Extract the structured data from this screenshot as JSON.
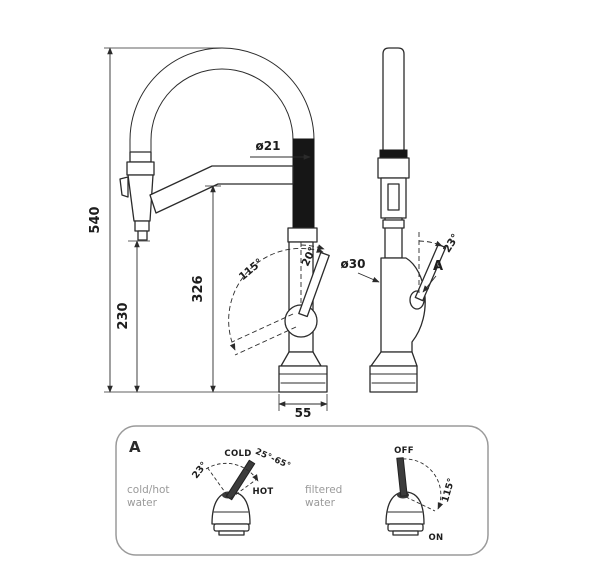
{
  "drawing": {
    "front": {
      "dim_total_height": "540",
      "dim_spray_head_height": "230",
      "dim_spout_height": "326",
      "dim_hose_diameter": "ø21",
      "dim_base_width": "55",
      "angle_swivel": "115°",
      "angle_handle": "20°"
    },
    "side": {
      "dim_body_diameter": "ø30",
      "detail_marker": "A",
      "angle_handle": "23°"
    }
  },
  "detail_panel": {
    "marker": "A",
    "mixer": {
      "angle_open": "23°",
      "label_cold": "COLD",
      "label_temp_range": "25°-65°",
      "label_hot": "HOT",
      "caption_line1": "cold/hot",
      "caption_line2": "water"
    },
    "filtered": {
      "label_off": "OFF",
      "angle_range": "115°",
      "label_on": "ON",
      "caption_line1": "filtered",
      "caption_line2": "water"
    }
  },
  "colors": {
    "line": "#2b2b2b",
    "hose_fill": "#161616",
    "caption_text": "#9a9a9a",
    "panel_border": "#9a9a9a"
  }
}
